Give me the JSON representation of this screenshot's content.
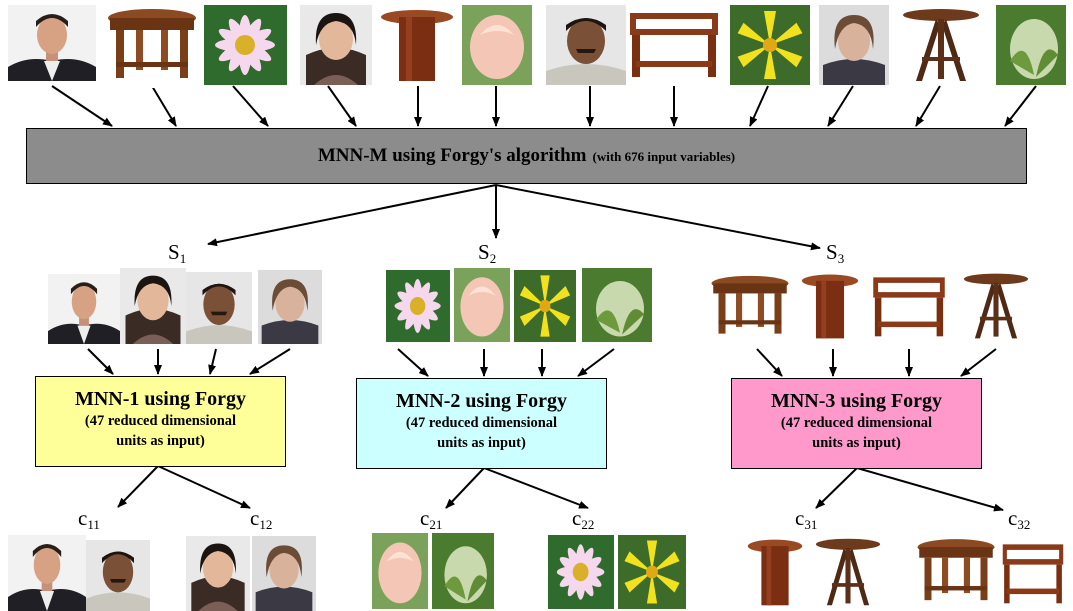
{
  "top_box": {
    "label": "MNN-M using Forgy's algorithm",
    "note": "(with 676 input variables)"
  },
  "subsets": [
    {
      "label": "S",
      "sub": "1"
    },
    {
      "label": "S",
      "sub": "2"
    },
    {
      "label": "S",
      "sub": "3"
    }
  ],
  "modules": [
    {
      "title": "MNN-1 using Forgy",
      "line2": "(47 reduced dimensional",
      "line3": "units as input)",
      "color": "#ffff99"
    },
    {
      "title": "MNN-2 using Forgy",
      "line2": "(47 reduced dimensional",
      "line3": "units as input)",
      "color": "#ccffff"
    },
    {
      "title": "MNN-3 using Forgy",
      "line2": "(47 reduced dimensional",
      "line3": "units as input)",
      "color": "#ff99cc"
    }
  ],
  "clusters": [
    {
      "label": "c",
      "sub": "11"
    },
    {
      "label": "c",
      "sub": "12"
    },
    {
      "label": "c",
      "sub": "21"
    },
    {
      "label": "c",
      "sub": "22"
    },
    {
      "label": "c",
      "sub": "31"
    },
    {
      "label": "c",
      "sub": "32"
    }
  ],
  "images": {
    "top": [
      "face-man-suit-icon",
      "round-table-icon",
      "daisy-flower-icon",
      "face-woman-smiling-icon",
      "pedestal-table-icon",
      "tulip-bud-icon",
      "face-man-mustache-icon",
      "console-table-icon",
      "yellow-lily-icon",
      "face-woman-icon",
      "tripod-table-icon",
      "green-bud-icon"
    ],
    "s1": [
      "face-man-suit-icon",
      "face-woman-smiling-icon",
      "face-man-mustache-icon",
      "face-woman-icon"
    ],
    "s2": [
      "daisy-flower-icon",
      "tulip-bud-icon",
      "yellow-lily-icon",
      "green-bud-icon"
    ],
    "s3": [
      "round-table-icon",
      "pedestal-table-icon",
      "console-table-icon",
      "tripod-table-icon"
    ],
    "c11": [
      "face-man-suit-icon",
      "face-man-mustache-icon"
    ],
    "c12": [
      "face-woman-smiling-icon",
      "face-woman-icon"
    ],
    "c21": [
      "tulip-bud-icon",
      "green-bud-icon"
    ],
    "c22": [
      "daisy-flower-icon",
      "yellow-lily-icon"
    ],
    "c31": [
      "pedestal-table-icon",
      "tripod-table-icon"
    ],
    "c32": [
      "round-table-icon",
      "console-table-icon"
    ]
  }
}
